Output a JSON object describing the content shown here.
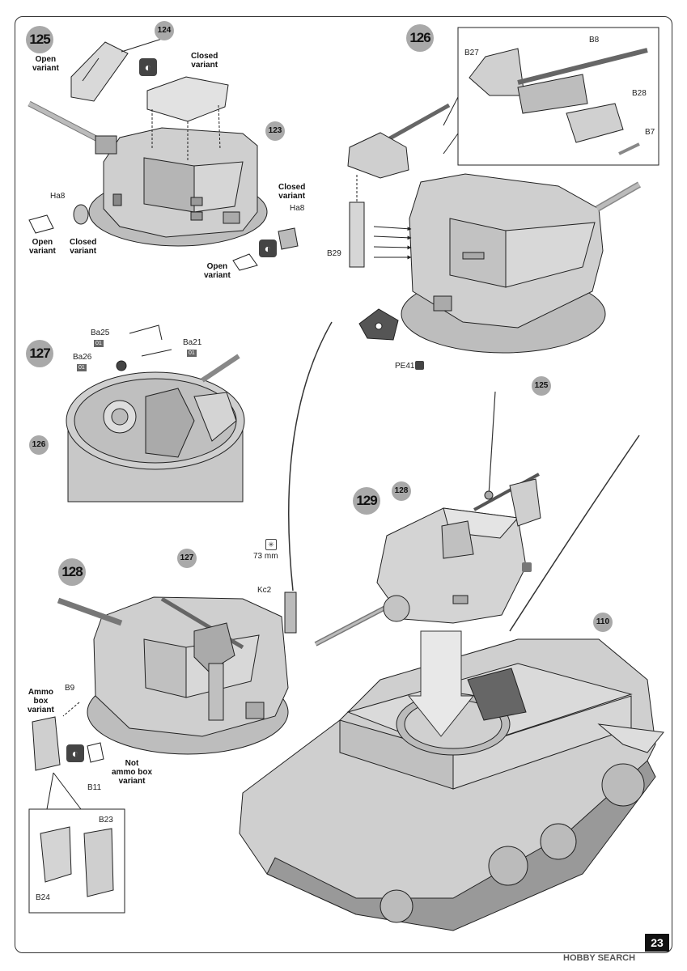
{
  "page_number": "23",
  "watermark": "HOBBY SEARCH",
  "steps": {
    "s125": "125",
    "s126": "126",
    "s127": "127",
    "s128": "128",
    "s129": "129"
  },
  "refs": {
    "r124": "124",
    "r123": "123",
    "r125": "125",
    "r126": "126",
    "r127": "127",
    "r128": "128",
    "r110": "110"
  },
  "labels": {
    "open_variant_1": "Open\nvariant",
    "closed_variant_1": "Closed\nvariant",
    "closed_variant_2": "Closed\nvariant",
    "open_variant_2": "Open\nvariant",
    "closed_variant_3": "Closed\nvariant",
    "open_variant_3": "Open\nvariant",
    "ammo_box_variant": "Ammo\nbox\nvariant",
    "not_ammo_box_variant": "Not\nammo box\nvariant"
  },
  "parts": {
    "ha8_a": "Ha8",
    "ha8_b": "Ha8",
    "b27": "B27",
    "b8": "B8",
    "b28": "B28",
    "b7": "B7",
    "b29": "B29",
    "pe41": "PE41",
    "ba25": "Ba25",
    "ba21": "Ba21",
    "ba26": "Ba26",
    "tag01": "01",
    "length": "73 mm",
    "kc2": "Kc2",
    "b9": "B9",
    "b11": "B11",
    "b23": "B23",
    "b24": "B24"
  }
}
